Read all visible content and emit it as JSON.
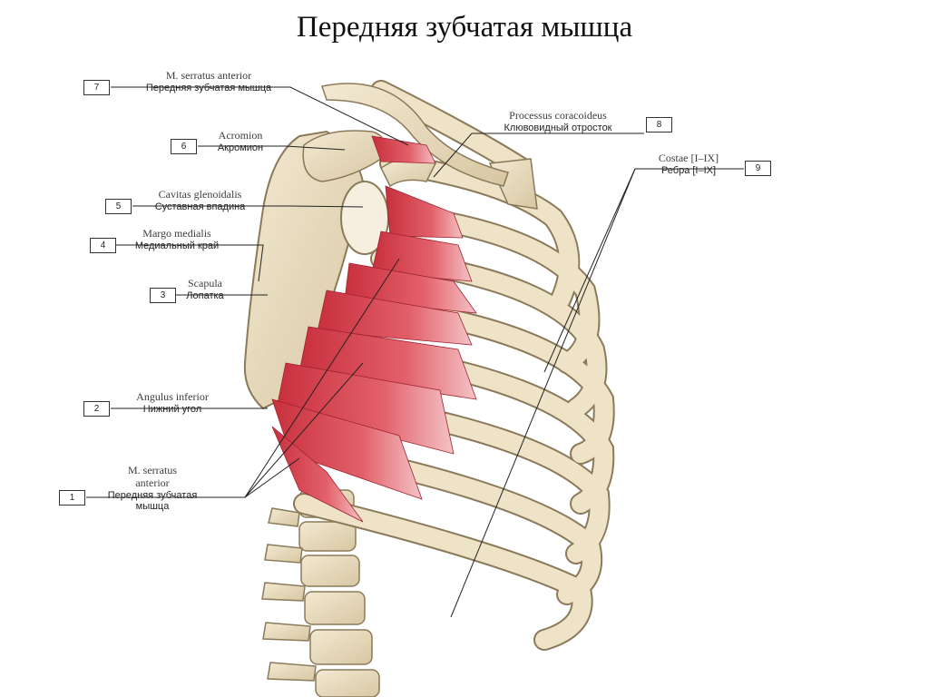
{
  "title": "Передняя зубчатая мышца",
  "labels": [
    {
      "num": "7",
      "latin": "M. serratus anterior",
      "russian": "Передняя зубчатая мышца"
    },
    {
      "num": "6",
      "latin": "Acromion",
      "russian": "Акромион"
    },
    {
      "num": "5",
      "latin": "Cavitas glenoidalis",
      "russian": "Суставная впадина"
    },
    {
      "num": "4",
      "latin": "Margo medialis",
      "russian": "Медиальный край"
    },
    {
      "num": "3",
      "latin": "Scapula",
      "russian": "Лопатка"
    },
    {
      "num": "2",
      "latin": "Angulus inferior",
      "russian": "Нижний угол"
    },
    {
      "num": "1",
      "latin_line1": "M. serratus",
      "latin_line2": "anterior",
      "russian_line1": "Передняя зубчатая",
      "russian_line2": "мышца"
    },
    {
      "num": "8",
      "latin": "Processus coracoideus",
      "russian": "Клювовидный отросток"
    },
    {
      "num": "9",
      "latin": "Costae [I–IX]",
      "russian": "Ребра [I–IX]"
    }
  ],
  "colors": {
    "bone": "#e9dcc0",
    "bone_edge": "#8a7a5a",
    "muscle": "#d8434f",
    "muscle_light": "#f2a5aa",
    "leader": "#222222"
  }
}
